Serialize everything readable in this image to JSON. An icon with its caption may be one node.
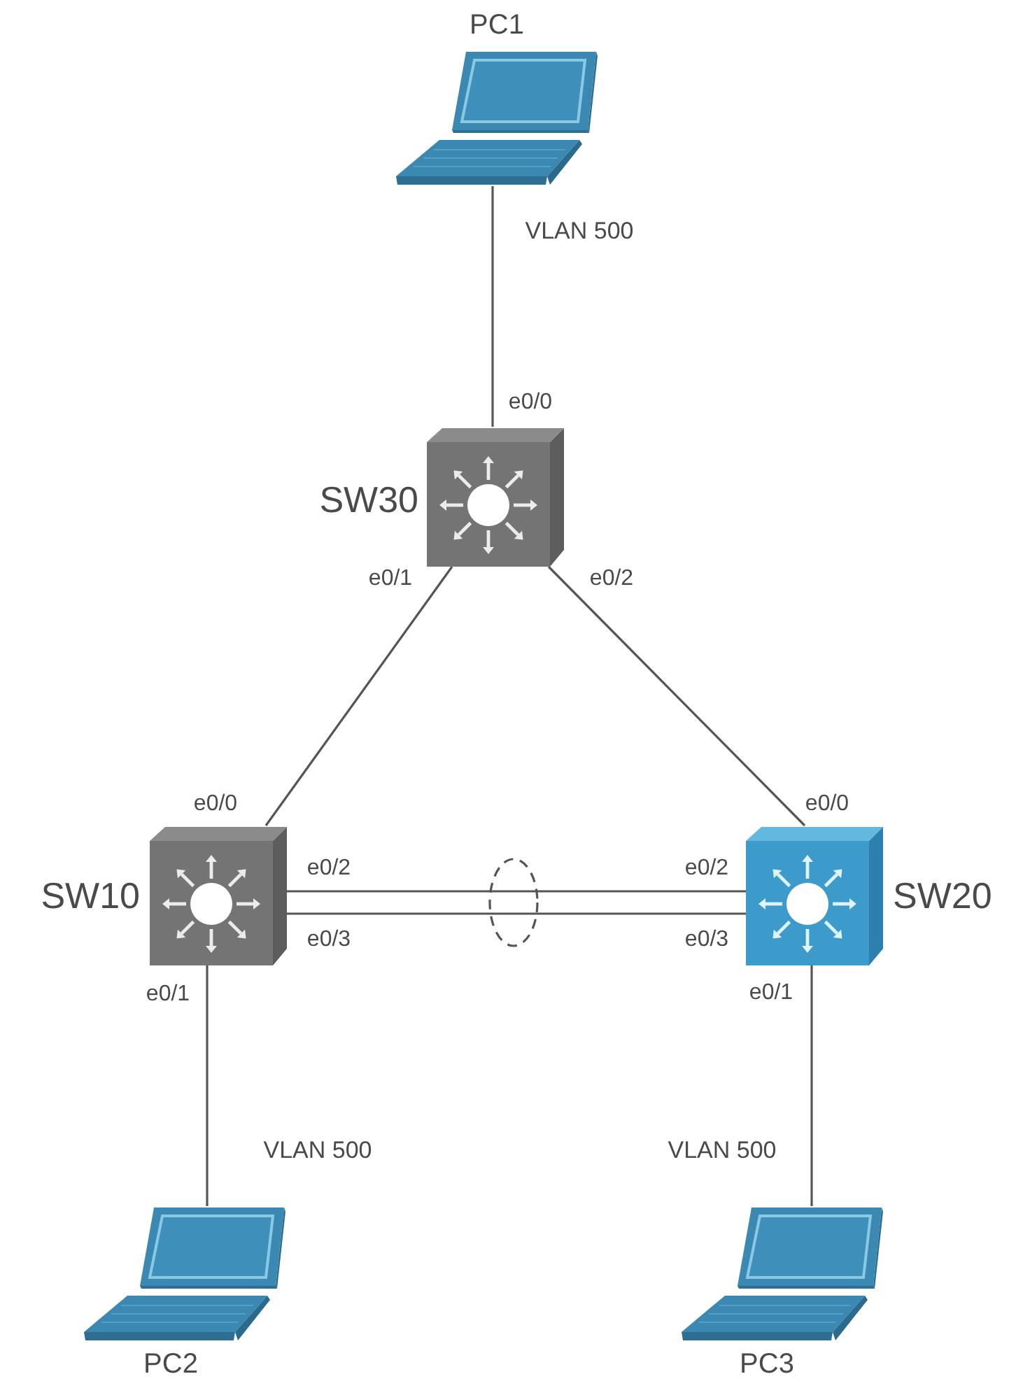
{
  "diagram": {
    "nodes": [
      {
        "text": [
          "PC1"
        ]
      },
      {
        "text": [
          "SW30"
        ],
        "beside": [
          "e0/0",
          "e0/1",
          "e0/2"
        ]
      },
      {
        "text": [
          "SW10"
        ],
        "beside": [
          "e0/0",
          "e0/2",
          "e0/3",
          "e0/1"
        ]
      },
      {
        "text": [
          "SW20"
        ],
        "beside": [
          "e0/0",
          "e0/2",
          "e0/3",
          "e0/1"
        ]
      },
      {
        "text": [
          "PC2"
        ]
      },
      {
        "text": [
          "PC3"
        ]
      }
    ],
    "edges": [
      {
        "from": 0,
        "to": 1,
        "arrow": "none",
        "label": "VLAN 500"
      },
      {
        "from": 1,
        "to": 2,
        "arrow": "none"
      },
      {
        "from": 1,
        "to": 3,
        "arrow": "none"
      },
      {
        "from": 2,
        "to": 3,
        "arrow": "none"
      },
      {
        "from": 2,
        "to": 3,
        "arrow": "none"
      },
      {
        "from": 2,
        "to": 4,
        "arrow": "none",
        "label": "VLAN 500"
      },
      {
        "from": 3,
        "to": 5,
        "arrow": "none",
        "label": "VLAN 500"
      }
    ]
  }
}
